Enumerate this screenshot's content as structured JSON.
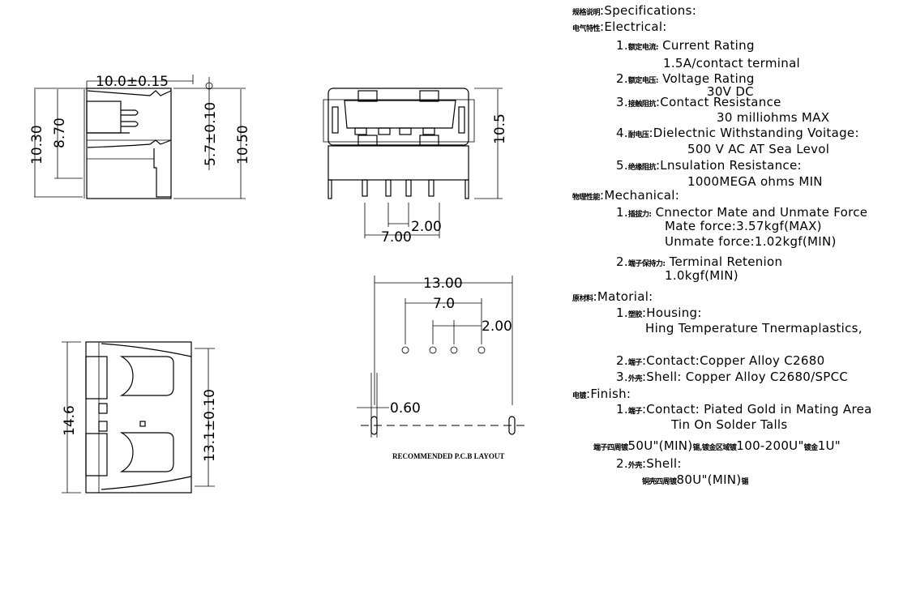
{
  "views": {
    "side": {
      "width": "10.0±0.15",
      "h1": "10.30",
      "h2": "8.70",
      "h3": "5.7±0.10",
      "h4": "10.50"
    },
    "front": {
      "height": "10.5",
      "pitch": "2.00",
      "span": "7.00"
    },
    "bottom": {
      "depth": "14.6",
      "inner": "13.1±0.10"
    },
    "pcb": {
      "width": "13.00",
      "span": "7.0",
      "pitch": "2.00",
      "hole": "0.60",
      "caption": "RECOMMENDED  P.C.B LAYOUT"
    }
  },
  "specs": [
    {
      "cn": "规格说明",
      "text": ":Specifications:"
    },
    {
      "cn": "电气特性",
      "text": ":Electrical:"
    },
    {
      "prefix": "1.",
      "cn": "额定电流:",
      "text": " Current  Rating"
    },
    {
      "text": "1.5A/contact  terminal"
    },
    {
      "prefix": "2.",
      "cn": "额定电压:",
      "text": " Voltage  Rating"
    },
    {
      "text": "30V  DC"
    },
    {
      "prefix": "3.",
      "cn": "接触阻抗",
      "text": ":Contact  Resistance"
    },
    {
      "text": "30  milliohms  MAX"
    },
    {
      "prefix": "4.",
      "cn": "耐电压",
      "text": ":Dielectnic  Withstanding  Voitage:"
    },
    {
      "text": "500  V  AC  AT  Sea  Levol"
    },
    {
      "prefix": "5.",
      "cn": "绝缘阻抗",
      "text": ":Lnsulation  Resistance:"
    },
    {
      "text": "1000MEGA  ohms  MIN"
    },
    {
      "cn": "物理性能",
      "text": ":Mechanical:"
    },
    {
      "prefix": "1.",
      "cn": "插拔力:",
      "text": " Cnnector  Mate  and  Unmate  Force"
    },
    {
      "text": "Mate  force:3.57kgf(MAX)"
    },
    {
      "text": "Unmate  force:1.02kgf(MIN)"
    },
    {
      "prefix": "2.",
      "cn": "端子保持力:",
      "text": " Terminal  Retenion"
    },
    {
      "text": "1.0kgf(MIN)"
    },
    {
      "cn": "原材料",
      "text": ":Matorial:"
    },
    {
      "prefix": "1.",
      "cn": "塑胶",
      "text": ":Housing:"
    },
    {
      "text": "Hing  Temperature   Tnermaplastics,"
    },
    {
      "prefix": "2.",
      "cn": "端子",
      "text": ":Contact:Copper  Alloy  C2680"
    },
    {
      "prefix": "3.",
      "cn": "外壳",
      "text": ":Shell:  Copper  Alloy  C2680/SPCC"
    },
    {
      "cn": "电镀",
      "text": ":Finish:"
    },
    {
      "prefix": "1.",
      "cn": "端子",
      "text": ":Contact:  Piated  Gold  in  Mating  Area"
    },
    {
      "text": "Tin  On  Solder  Talls"
    },
    {
      "cn": "端子四周镀",
      "text": "50U\"(MIN)",
      "cn2": "锡,镀金区域镀",
      "text2": "100-200U\"",
      "cn3": "镀金",
      "text3": "1U\""
    },
    {
      "prefix": "2.",
      "cn": "外壳",
      "text": ":Shell:"
    },
    {
      "cn": "铜壳四周镀",
      "text": "80U\"(MIN)",
      "cn2": "锡"
    }
  ]
}
